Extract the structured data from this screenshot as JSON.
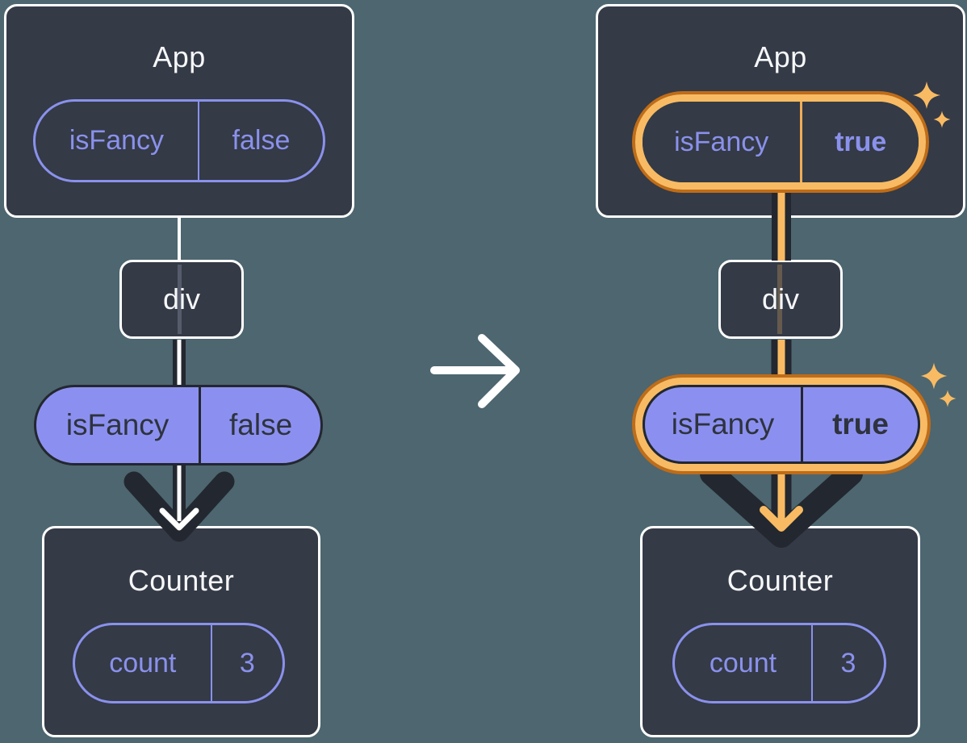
{
  "diagram": {
    "left": {
      "app": {
        "title": "App",
        "prop_name": "isFancy",
        "prop_value": "false"
      },
      "div_label": "div",
      "passed_prop": {
        "name": "isFancy",
        "value": "false"
      },
      "counter": {
        "title": "Counter",
        "state_name": "count",
        "state_value": "3"
      }
    },
    "right": {
      "app": {
        "title": "App",
        "prop_name": "isFancy",
        "prop_value": "true"
      },
      "div_label": "div",
      "passed_prop": {
        "name": "isFancy",
        "value": "true"
      },
      "counter": {
        "title": "Counter",
        "state_name": "count",
        "state_value": "3"
      }
    },
    "transition": {
      "icon": "arrow-right-icon"
    },
    "highlight": {
      "icon": "sparkles-icon"
    }
  },
  "colors": {
    "background": "#4d6670",
    "card_fill": "#343a46",
    "card_border": "#ffffff",
    "purple_accent": "#8a91ec",
    "purple_pill_fill": "#8b90f0",
    "dark_ink": "#23272f",
    "orange_light": "#f8bb63",
    "orange_dark": "#bf6c18",
    "title_text": "#f6f7f9"
  }
}
